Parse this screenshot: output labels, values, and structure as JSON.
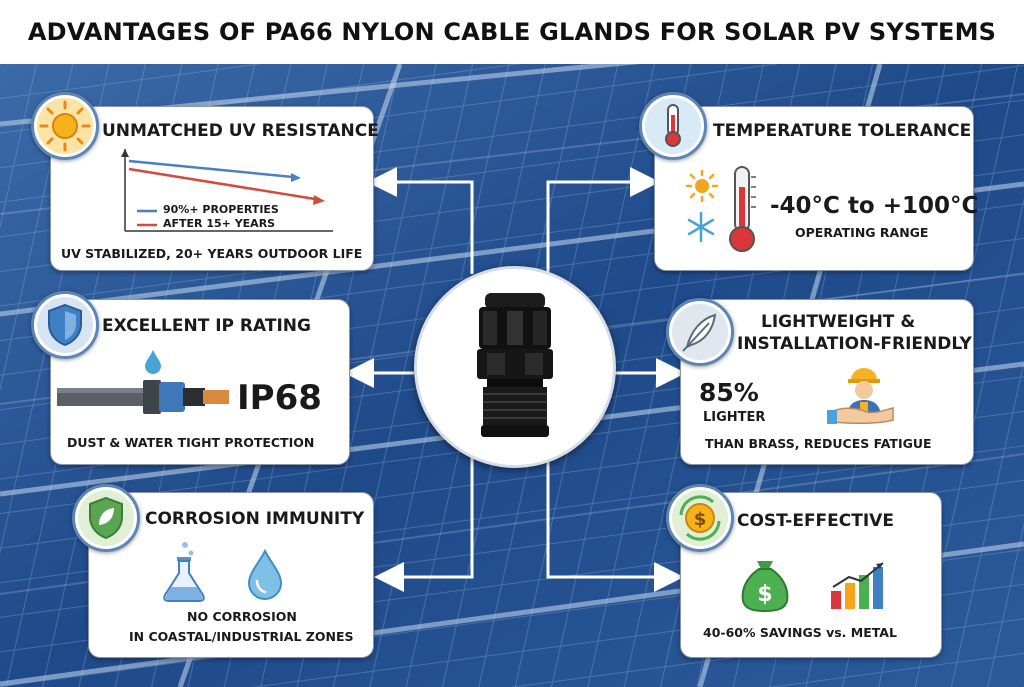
{
  "title": "ADVANTAGES OF PA66 NYLON CABLE GLANDS FOR SOLAR PV SYSTEMS",
  "cards": {
    "uv": {
      "title": "UNMATCHED UV RESISTANCE",
      "legend_1": "90%+ PROPERTIES",
      "legend_2": "AFTER 15+ YEARS",
      "footer": "UV STABILIZED, 20+ YEARS OUTDOOR LIFE",
      "colors": {
        "line_1": "#4a7fc1",
        "line_2": "#d24b3f"
      }
    },
    "temperature": {
      "title": "TEMPERATURE TOLERANCE",
      "range": "-40°C to +100°C",
      "caption": "OPERATING RANGE"
    },
    "ip": {
      "title": "EXCELLENT IP RATING",
      "rating": "IP68",
      "caption": "DUST & WATER TIGHT PROTECTION"
    },
    "lightweight": {
      "title_line_1": "LIGHTWEIGHT &",
      "title_line_2": "INSTALLATION-FRIENDLY",
      "percent": "85%",
      "lighter": "LIGHTER",
      "caption": "THAN BRASS, REDUCES FATIGUE"
    },
    "corrosion": {
      "title": "CORROSION IMMUNITY",
      "caption_line_1": "NO CORROSION",
      "caption_line_2": "IN COASTAL/INDUSTRIAL ZONES"
    },
    "cost": {
      "title": "COST-EFFECTIVE",
      "caption": "40-60% SAVINGS vs. METAL"
    }
  },
  "icons": [
    "sun-icon",
    "thermometer-icon",
    "shield-icon",
    "feather-icon",
    "leaf-shield-icon",
    "coin-cycle-icon",
    "money-bag-icon",
    "bar-chart-icon",
    "flask-icon",
    "water-drop-icon",
    "snowflake-icon",
    "worker-icon",
    "cable-gland-icon"
  ],
  "colors": {
    "panel_blue": "#2a4f8c",
    "badge_border": "#5d86b5",
    "arrow": "#ffffff"
  }
}
